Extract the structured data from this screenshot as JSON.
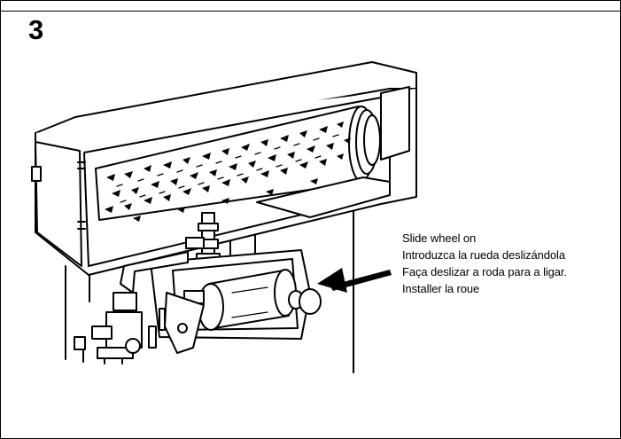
{
  "step": {
    "number": "3"
  },
  "instructions": [
    "Slide wheel on",
    "Introduzca la rueda deslizándola",
    "Faça deslizar a roda para a ligar.",
    "Installer la roue"
  ],
  "icons": {
    "illustration": "roller-wheel-assembly-illustration",
    "arrow": "arrow-left-icon"
  },
  "colors": {
    "ink": "#000000",
    "paper": "#ffffff"
  }
}
